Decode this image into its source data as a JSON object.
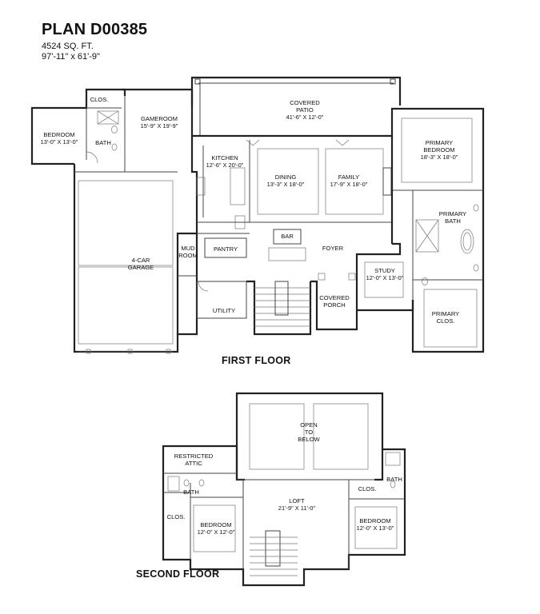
{
  "header": {
    "plan_title": "PLAN D00385",
    "sqft": "4524 SQ. FT.",
    "dimensions": "97'-11\" x 61'-9\""
  },
  "first_floor": {
    "label": "FIRST FLOOR",
    "rooms": {
      "clos": "CLOS.",
      "bedroom": "BEDROOM",
      "bedroom_dim": "13'-0\" X 13'-0\"",
      "bath": "BATH",
      "gameroom": "GAMEROOM",
      "gameroom_dim": "15'-9\" X 19'-9\"",
      "covered_patio_1": "COVERED",
      "covered_patio_2": "PATIO",
      "covered_patio_dim": "41'-6\" X 12'-0\"",
      "primary_bedroom_1": "PRIMARY",
      "primary_bedroom_2": "BEDROOM",
      "primary_bedroom_dim": "18'-3\" X 18'-0\"",
      "kitchen": "KITCHEN",
      "kitchen_dim": "12'-6\" X 20'-0\"",
      "dining": "DINING",
      "dining_dim": "13'-3\" X 18'-0\"",
      "family": "FAMILY",
      "family_dim": "17'-9\" X 18'-0\"",
      "primary_bath_1": "PRIMARY",
      "primary_bath_2": "BATH",
      "garage_1": "4-CAR",
      "garage_2": "GARAGE",
      "mud_room_1": "MUD",
      "mud_room_2": "ROOM",
      "pantry": "PANTRY",
      "bar": "BAR",
      "foyer": "FOYER",
      "study": "STUDY",
      "study_dim": "12'-0\" X 13'-0\"",
      "utility": "UTILITY",
      "covered_porch_1": "COVERED",
      "covered_porch_2": "PORCH",
      "primary_clos_1": "PRIMARY",
      "primary_clos_2": "CLOS."
    }
  },
  "second_floor": {
    "label": "SECOND FLOOR",
    "rooms": {
      "open_1": "OPEN",
      "open_2": "TO",
      "open_3": "BELOW",
      "restricted_1": "RESTRICTED",
      "restricted_2": "ATTIC",
      "bath_left": "BATH",
      "bath_right": "BATH",
      "clos_left": "CLOS.",
      "clos_right": "CLOS.",
      "loft": "LOFT",
      "loft_dim": "21'-9\" X 11'-0\"",
      "bedroom_left": "BEDROOM",
      "bedroom_left_dim": "12'-0\" X 12'-0\"",
      "bedroom_right": "BEDROOM",
      "bedroom_right_dim": "12'-0\" X 13'-0\""
    }
  }
}
